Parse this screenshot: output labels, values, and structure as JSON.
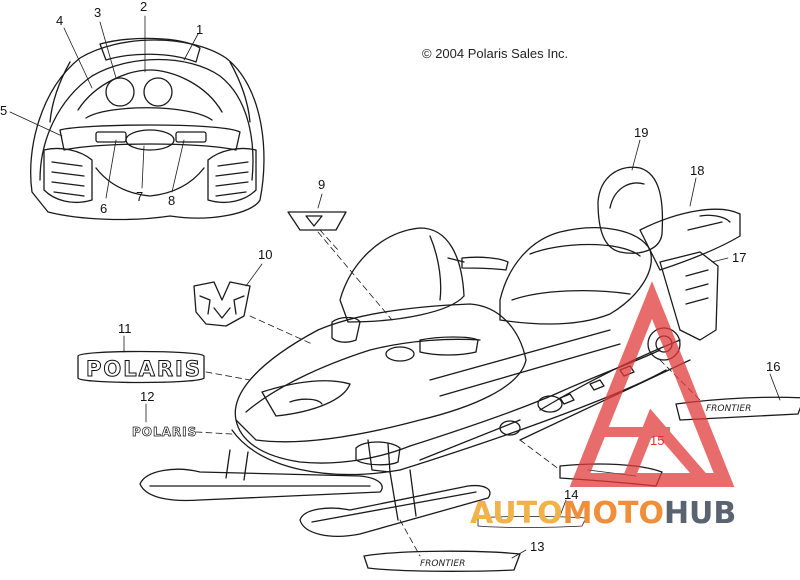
{
  "diagram": {
    "copyright": "© 2004 Polaris Sales Inc.",
    "callouts": [
      "1",
      "2",
      "3",
      "4",
      "5",
      "6",
      "7",
      "8",
      "9",
      "10",
      "11",
      "12",
      "13",
      "14",
      "15",
      "16",
      "17",
      "18",
      "19"
    ],
    "decal_texts": {
      "brand_large": "POLARIS",
      "brand_small": "POLARIS",
      "side_decal_16": "FRONTIER",
      "side_decal_13": "FRONTIER"
    },
    "watermark": {
      "part1": "AUTO",
      "part2": "MOTO",
      "part3": "HUB"
    },
    "colors": {
      "line": "#1a1a1a",
      "watermark_red": "#e23b3b",
      "watermark_yellow": "#f0b34a",
      "watermark_orange": "#f08f3a",
      "watermark_gray": "#5a6470"
    }
  }
}
